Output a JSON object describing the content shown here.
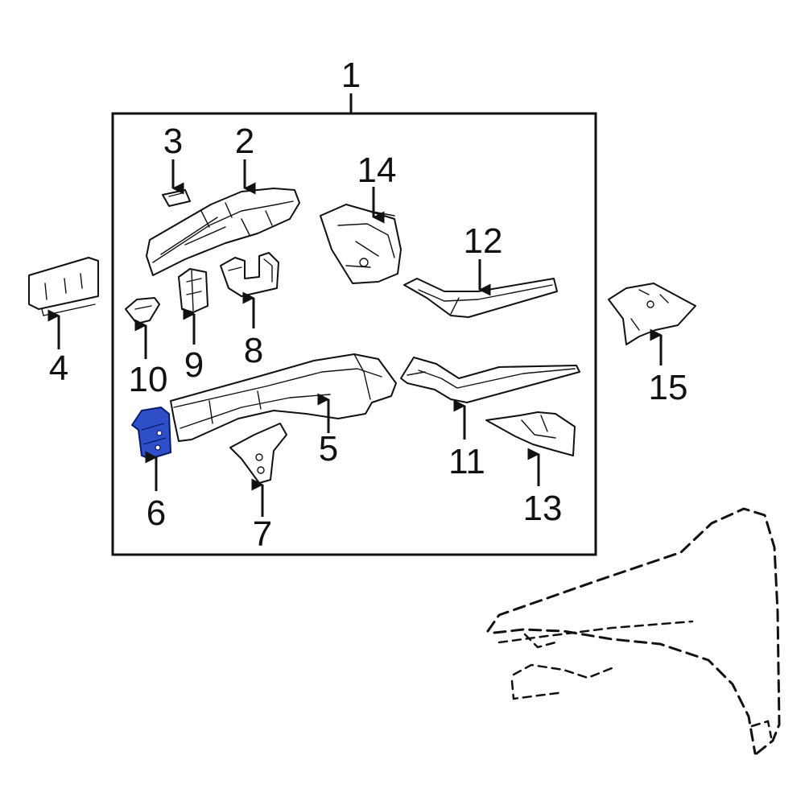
{
  "diagram": {
    "callouts": [
      "1",
      "2",
      "3",
      "4",
      "5",
      "6",
      "7",
      "8",
      "9",
      "10",
      "11",
      "12",
      "13",
      "14",
      "15"
    ],
    "highlighted_part": "6",
    "colors": {
      "line": "#111111",
      "highlight_fill": "#2f4fc8",
      "highlight_stroke": "#0a1a6a",
      "background": "#ffffff"
    }
  }
}
